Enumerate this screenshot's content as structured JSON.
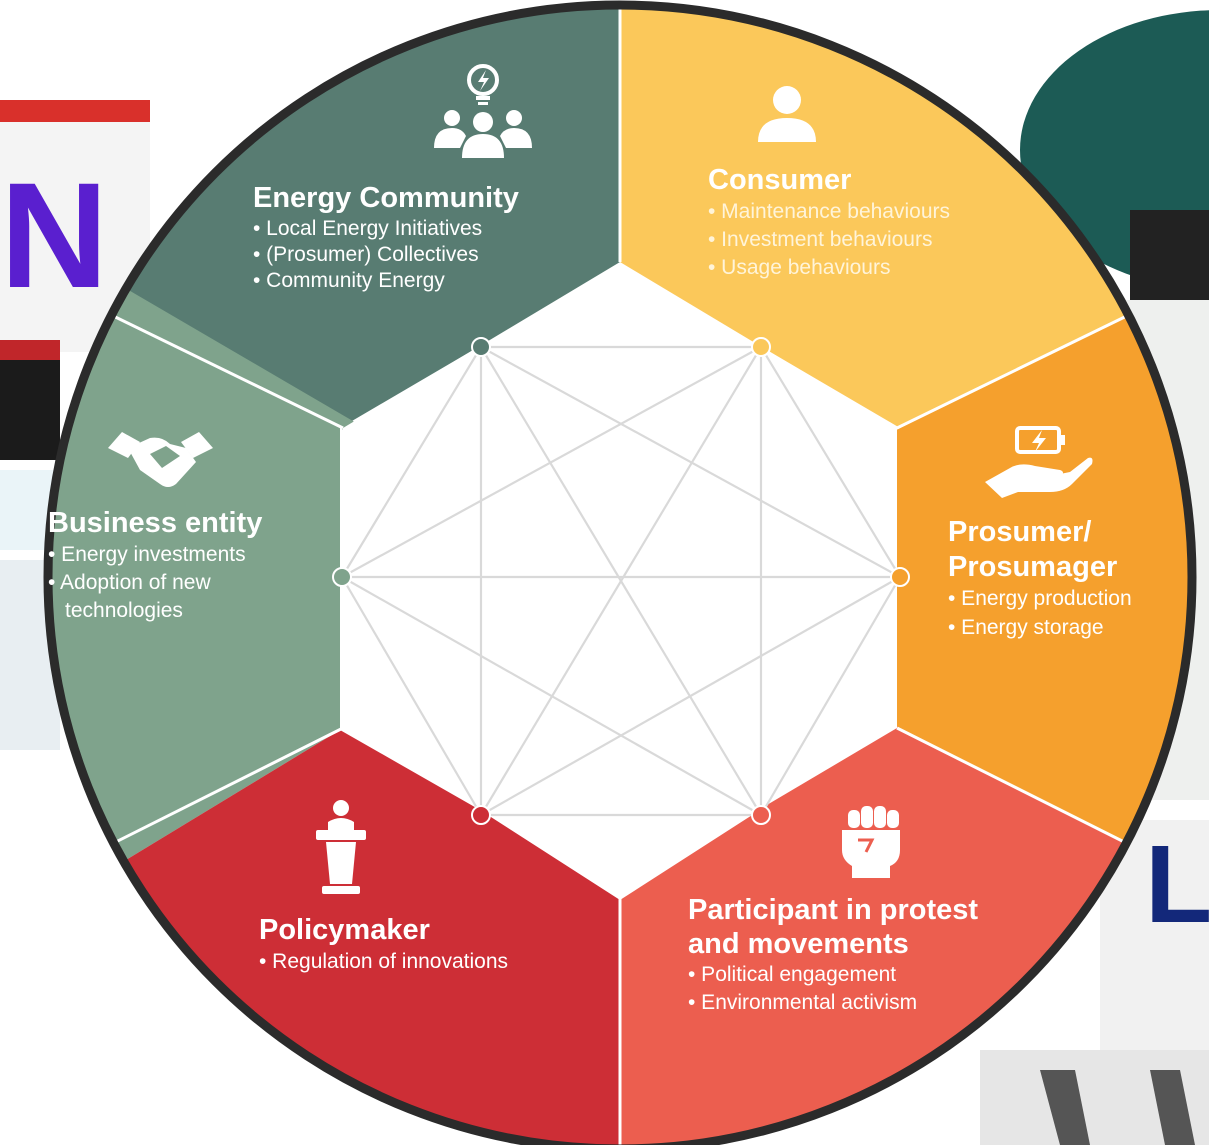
{
  "background": {
    "left_letter": "N",
    "right_letters": "L"
  },
  "segments": [
    {
      "key": "energy_community",
      "title": "Energy Community",
      "icon": "community-lightbulb-icon",
      "color": "#587c72",
      "bullets": [
        "• Local Energy Initiatives",
        "• (Prosumer) Collectives",
        "• Community Energy"
      ]
    },
    {
      "key": "consumer",
      "title": "Consumer",
      "icon": "person-icon",
      "color": "#fbc85a",
      "bullets": [
        "• Maintenance behaviours",
        "• Investment behaviours",
        "• Usage behaviours"
      ]
    },
    {
      "key": "prosumer",
      "title": "Prosumer/",
      "title2": "Prosumager",
      "icon": "battery-hand-icon",
      "color": "#f5a02d",
      "bullets": [
        "• Energy production",
        "• Energy storage"
      ]
    },
    {
      "key": "participant",
      "title": "Participant in protest",
      "title2": "and movements",
      "icon": "raised-fist-icon",
      "color": "#ec5e4f",
      "bullets": [
        "• Political engagement",
        "• Environmental activism"
      ]
    },
    {
      "key": "policymaker",
      "title": "Policymaker",
      "icon": "podium-speaker-icon",
      "color": "#cd2e36",
      "bullets": [
        "• Regulation of innovations"
      ]
    },
    {
      "key": "business",
      "title": "Business entity",
      "icon": "handshake-icon",
      "color": "#7fa38c",
      "bullets": [
        "• Energy investments",
        "• Adoption of new",
        "technologies"
      ]
    }
  ]
}
